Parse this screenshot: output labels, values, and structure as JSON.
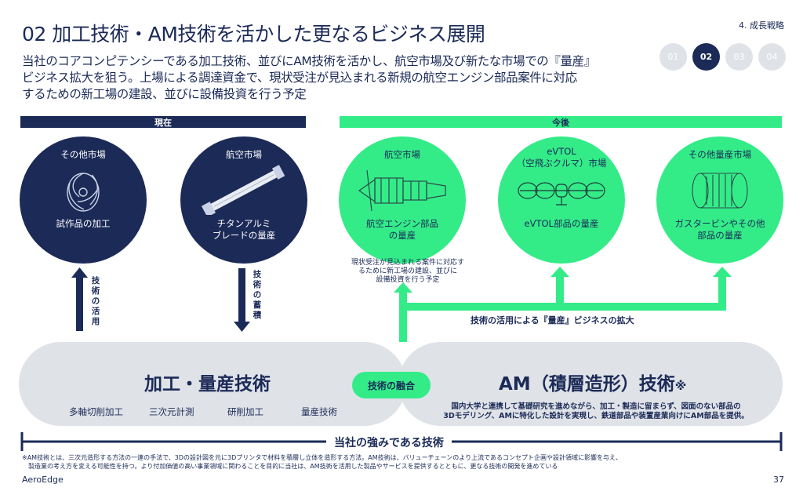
{
  "header": {
    "title": "02 加工技術・AM技術を活かした更なるビジネス展開",
    "section_tag": "4. 成長戦略",
    "pager": [
      "01",
      "02",
      "03",
      "04"
    ],
    "active_page": "02"
  },
  "lead": {
    "line1": "当社のコアコンピテンシーである加工技術、並びにAM技術を活かし、航空市場及び新たな市場での『量産』",
    "line2": "ビジネス拡大を狙う。上場による調達資金で、現状受注が見込まれる新規の航空エンジン部品案件に対応",
    "line3": "するための新工場の建設、並びに設備投資を行う予定"
  },
  "bars": {
    "now": "現在",
    "future": "今後"
  },
  "now_circles": [
    {
      "title": "その他市場",
      "caption": "試作品の加工"
    },
    {
      "title": "航空市場",
      "caption1": "チタンアルミ",
      "caption2": "ブレードの量産"
    }
  ],
  "future_circles": [
    {
      "title": "航空市場",
      "caption1": "航空エンジン部品",
      "caption2": "の量産"
    },
    {
      "title1": "eVTOL",
      "title2": "（空飛ぶクルマ）市場",
      "caption": "eVTOL部品の量産"
    },
    {
      "title": "その他量産市場",
      "caption1": "ガスタービンやその他",
      "caption2": "部品の量産"
    }
  ],
  "note": {
    "line1": "現状受注が見込まれる案件に対応す",
    "line2": "るために新工場の建設、並びに",
    "line3": "設備投資を行う予定"
  },
  "arrows": {
    "use_label": "技術の活用",
    "accumulate_label": "技術の蓄積",
    "expand_label": "技術の活用による『量産』ビジネスの拡大"
  },
  "left_pill": {
    "title": "加工・量産技術",
    "items": [
      "多軸切削加工",
      "三次元計測",
      "研削加工",
      "量産技術"
    ]
  },
  "fusion": "技術の融合",
  "right_pill": {
    "title": "AM（積層造形）技術",
    "mark": "※",
    "desc1": "国内大学と連携して基礎研究を進めながら、加工・製造に留まらず、図面のない部品の",
    "desc2": "3Dモデリング、AMに特化した設計を実現し、鉄道部品や装置産業向けにAM部品を提供。"
  },
  "strength": "当社の強みである技術",
  "footnote": {
    "line1": "※AM技術とは、三次元造形する方法の一連の手法で、3Dの設計図を元に3Dプリンタで材料を積層し立体を造形する方法。AM技術は、バリューチェーンのより上流であるコンセプト企画や設計領域に影響を与え、",
    "line2": "　製造業の考え方を変える可能性を持つ。より付加価値の高い事業領域に関わることを目的に当社は、AM技術を活用した製品やサービスを提供するとともに、更なる技術の開発を進めている"
  },
  "footer": {
    "brand": "AeroEdge",
    "page": "37"
  },
  "colors": {
    "navy": "#1b2a57",
    "green": "#33ec88",
    "gray": "#dfe2e7"
  },
  "icons": [
    "impeller-icon",
    "turbine-blade-icon",
    "jet-engine-icon",
    "evtol-drone-icon",
    "gas-turbine-rotor-icon"
  ]
}
